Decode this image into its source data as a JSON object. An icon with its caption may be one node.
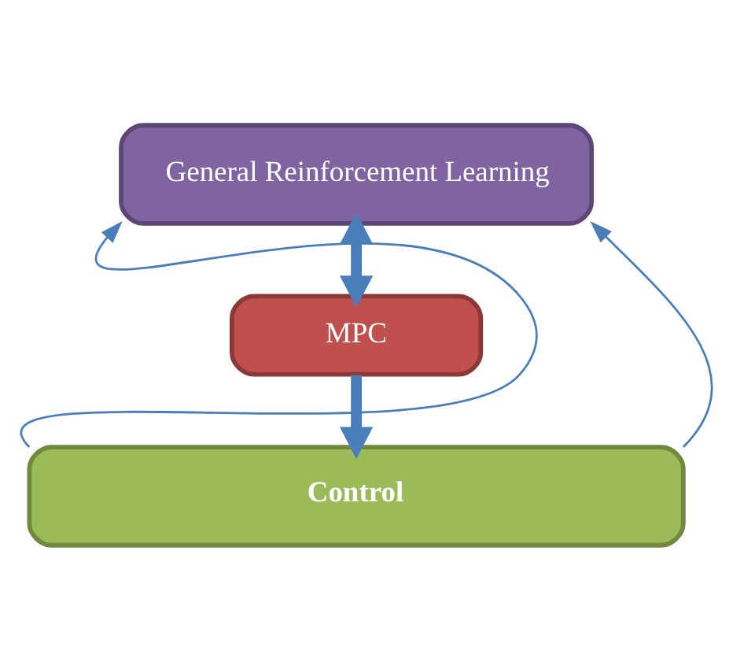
{
  "diagram": {
    "nodes": [
      {
        "text": [
          "General Reinforcement Learning"
        ]
      },
      {
        "text": [
          "MPC"
        ]
      },
      {
        "text": [
          "Control"
        ]
      }
    ],
    "edges": [
      {
        "from": 2,
        "to": 0,
        "arrow": "to"
      },
      {
        "from": 2,
        "to": 0,
        "arrow": "to"
      },
      {
        "from": 0,
        "to": 1,
        "arrow": "both",
        "style": "thick"
      },
      {
        "from": 1,
        "to": 2,
        "arrow": "to",
        "style": "thick"
      }
    ]
  }
}
